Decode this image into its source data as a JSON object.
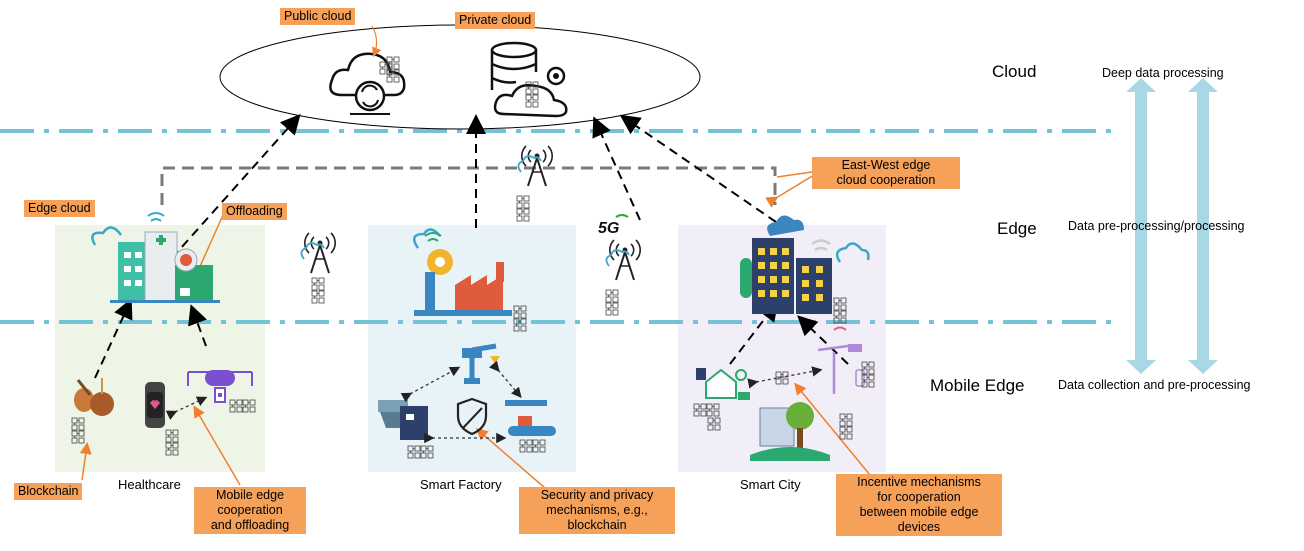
{
  "callouts": {
    "public_cloud": "Public cloud",
    "private_cloud": "Private cloud",
    "edge_cloud": "Edge cloud",
    "offloading": "Offloading",
    "east_west_line1": "East-West edge",
    "east_west_line2": "cloud cooperation",
    "blockchain": "Blockchain",
    "mobile_edge_line1": "Mobile edge",
    "mobile_edge_line2": "cooperation",
    "mobile_edge_line3": "and offloading",
    "security_line1": "Security and privacy",
    "security_line2": "mechanisms, e.g.,",
    "security_line3": "blockchain",
    "incentive_line1": "Incentive mechanisms",
    "incentive_line2": "for cooperation",
    "incentive_line3": "between mobile edge",
    "incentive_line4": "devices"
  },
  "layers": {
    "cloud": "Cloud",
    "edge": "Edge",
    "mobile_edge": "Mobile Edge"
  },
  "stages": {
    "deep": "Deep data processing",
    "pre": "Data pre-processing/processing",
    "collection": "Data collection and pre-processing"
  },
  "scenarios": {
    "healthcare": "Healthcare",
    "factory": "Smart Factory",
    "city": "Smart City"
  },
  "badge_5g": "5G",
  "colors": {
    "callout": "#f6a15a",
    "layer_divider": "#74c2d6",
    "arrow_up": "#a8d8e6",
    "health_bg": "#eef5e6",
    "factory_bg": "#e8f3f8",
    "city_bg": "#f2eef8",
    "cloud_icon": "#3aa7c9",
    "building": "#2d3f6b"
  }
}
